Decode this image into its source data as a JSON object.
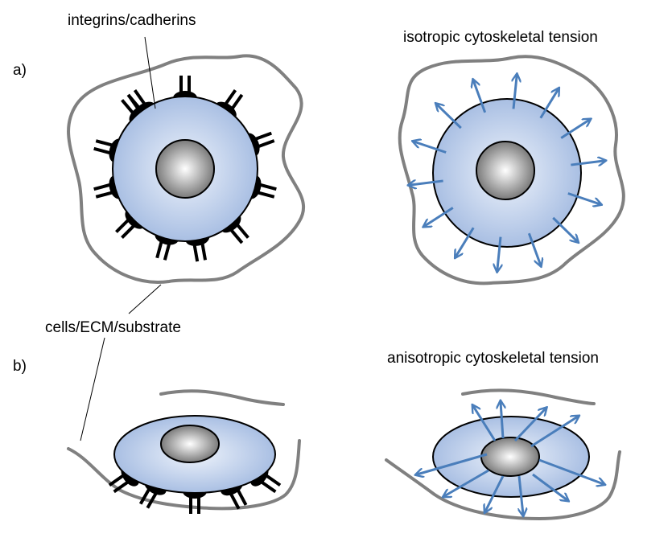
{
  "labels": {
    "integrins": "integrins/cadherins",
    "iso": "isotropic cytoskeletal tension",
    "a": "a)",
    "cells": "cells/ECM/substrate",
    "b": "b)",
    "aniso": "anisotropic cytoskeletal tension"
  },
  "colors": {
    "outline": "#808080",
    "arrow": "#4a7ebb",
    "cell_light": "#eef3fb",
    "cell_dark": "#a9bfe3",
    "nucleus_light": "#ffffff",
    "nucleus_dark": "#7a7a7a",
    "receptor": "#000000"
  }
}
